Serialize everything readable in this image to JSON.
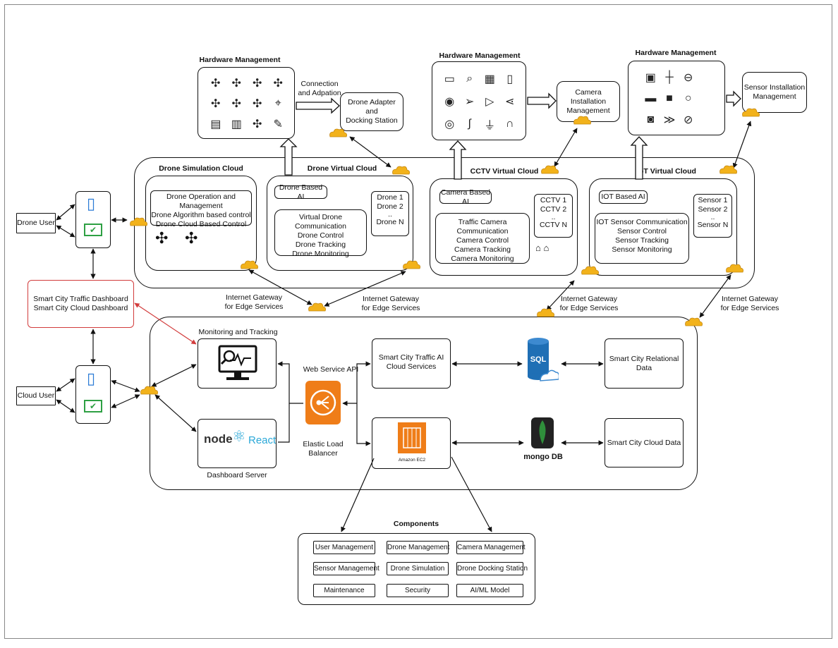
{
  "colors": {
    "cloud": "#f2b21b",
    "cloud_edge": "#c48610",
    "red_link": "#d23c3c",
    "device_blue": "#2b7bd6",
    "device_green": "#2ea043",
    "aws_orange": "#ef7d18",
    "mongo_green": "#2f8f3b",
    "sql_blue": "#1f6fb5"
  },
  "hardware": {
    "drone": {
      "title": "Hardware Management",
      "icons": [
        "drone-icon",
        "drone-icon",
        "drone-icon",
        "drone-icon",
        "drone-icon",
        "drone-icon",
        "drone-icon",
        "controller-icon",
        "battery-icon",
        "battery-pack-icon",
        "drone-icon",
        "propeller-icon"
      ]
    },
    "camera": {
      "title": "Hardware Management",
      "icons": [
        "sd-card-icon",
        "cctv-icon",
        "chip-icon",
        "radio-icon",
        "antenna-icon",
        "send-icon",
        "video-icon",
        "share-icon",
        "lens-icon",
        "cable-icon",
        "usb-icon",
        "headset-icon"
      ]
    },
    "sensor": {
      "title": "Hardware Management",
      "icons": [
        "bus-icon",
        "signpost-icon",
        "no-entry-icon",
        "car-icon",
        "barrier-icon",
        "octagon-icon",
        "car-front-icon",
        "road-sign-icon",
        "no-icon"
      ]
    }
  },
  "connection": {
    "line1": "Connection",
    "line2": "and Adpation"
  },
  "drone_adapter": {
    "line1": "Drone Adapter and",
    "line2": "Docking Station"
  },
  "camera_install": {
    "line1": "Camera Installation",
    "line2": "Management"
  },
  "sensor_install": {
    "line1": "Sensor Installation",
    "line2": "Management"
  },
  "drone_sim": {
    "title": "Drone Simulation Cloud",
    "lines": [
      "Drone Operation and Management",
      "Drone Algorithm based control",
      "Drone Cloud Based Control"
    ]
  },
  "drone_virtual": {
    "title": "Drone Virtual Cloud",
    "ai": "Drone Based AI",
    "list": [
      "Drone 1",
      "Drone 2",
      "..",
      "Drone N"
    ],
    "lines": [
      "Virtual Drone Communication",
      "Drone Control",
      "Drone Tracking",
      "Drone Monitoring"
    ]
  },
  "cctv_virtual": {
    "title": "CCTV Virtual Cloud",
    "ai": "Camera Based AI",
    "list": [
      "CCTV 1",
      "CCTV 2",
      "..",
      "CCTV N"
    ],
    "lines": [
      "Traffic Camera Communication",
      "Camera Control",
      "Camera Tracking",
      "Camera Monitoring"
    ]
  },
  "iot_virtual": {
    "title": "IoT Virtual Cloud",
    "ai": "IOT Based AI",
    "list": [
      "Sensor 1",
      "Sensor 2",
      "..",
      "Sensor N"
    ],
    "lines": [
      "IOT Sensor Communication",
      "Sensor Control",
      "Sensor Tracking",
      "Sensor Monitoring"
    ]
  },
  "users": {
    "drone": "Drone User",
    "cloud": "Cloud User"
  },
  "dashboard": {
    "line1": "Smart City Traffic Dashboard",
    "line2": "Smart City Cloud Dashboard"
  },
  "gateway": {
    "line1": "Internet Gateway",
    "line2": "for Edge Services"
  },
  "monitoring": {
    "label": "Monitoring and Tracking"
  },
  "dashboard_server": {
    "label": "Dashboard Server",
    "node": "node",
    "react": "React"
  },
  "web_service": "Web Service API",
  "elb": {
    "line1": "Elastic Load",
    "line2": "Balancer"
  },
  "traffic_ai": {
    "line1": "Smart  City Traffic AI",
    "line2": "Cloud Services"
  },
  "ec2": "Amazon EC2",
  "sql": "SQL",
  "mongo": "mongo DB",
  "relational": "Smart City Relational Data",
  "cloud_data": "Smart City Cloud Data",
  "components": {
    "title": "Components",
    "items": [
      "User Management",
      "Drone Management",
      "Camera Management",
      "Sensor Management",
      "Drone Simulation",
      "Drone Docking Station",
      "Maintenance",
      "Security",
      "AI/ML Model"
    ]
  }
}
